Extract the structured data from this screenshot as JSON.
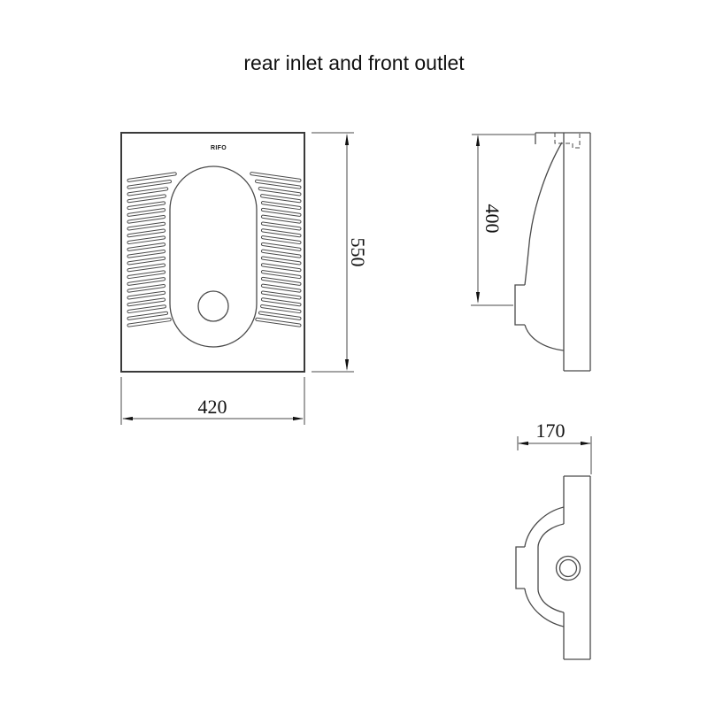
{
  "title": "rear inlet and front outlet",
  "top_view": {
    "brand_logo": "RIFO",
    "width_label": "420",
    "height_label": "550",
    "ribs_per_side": 22
  },
  "side_view": {
    "height_label": "400"
  },
  "front_view": {
    "depth_label": "170"
  },
  "colors": {
    "background": "#ffffff",
    "line": "#4a4a4a",
    "outline": "#3a3a3a",
    "text": "#111111"
  }
}
